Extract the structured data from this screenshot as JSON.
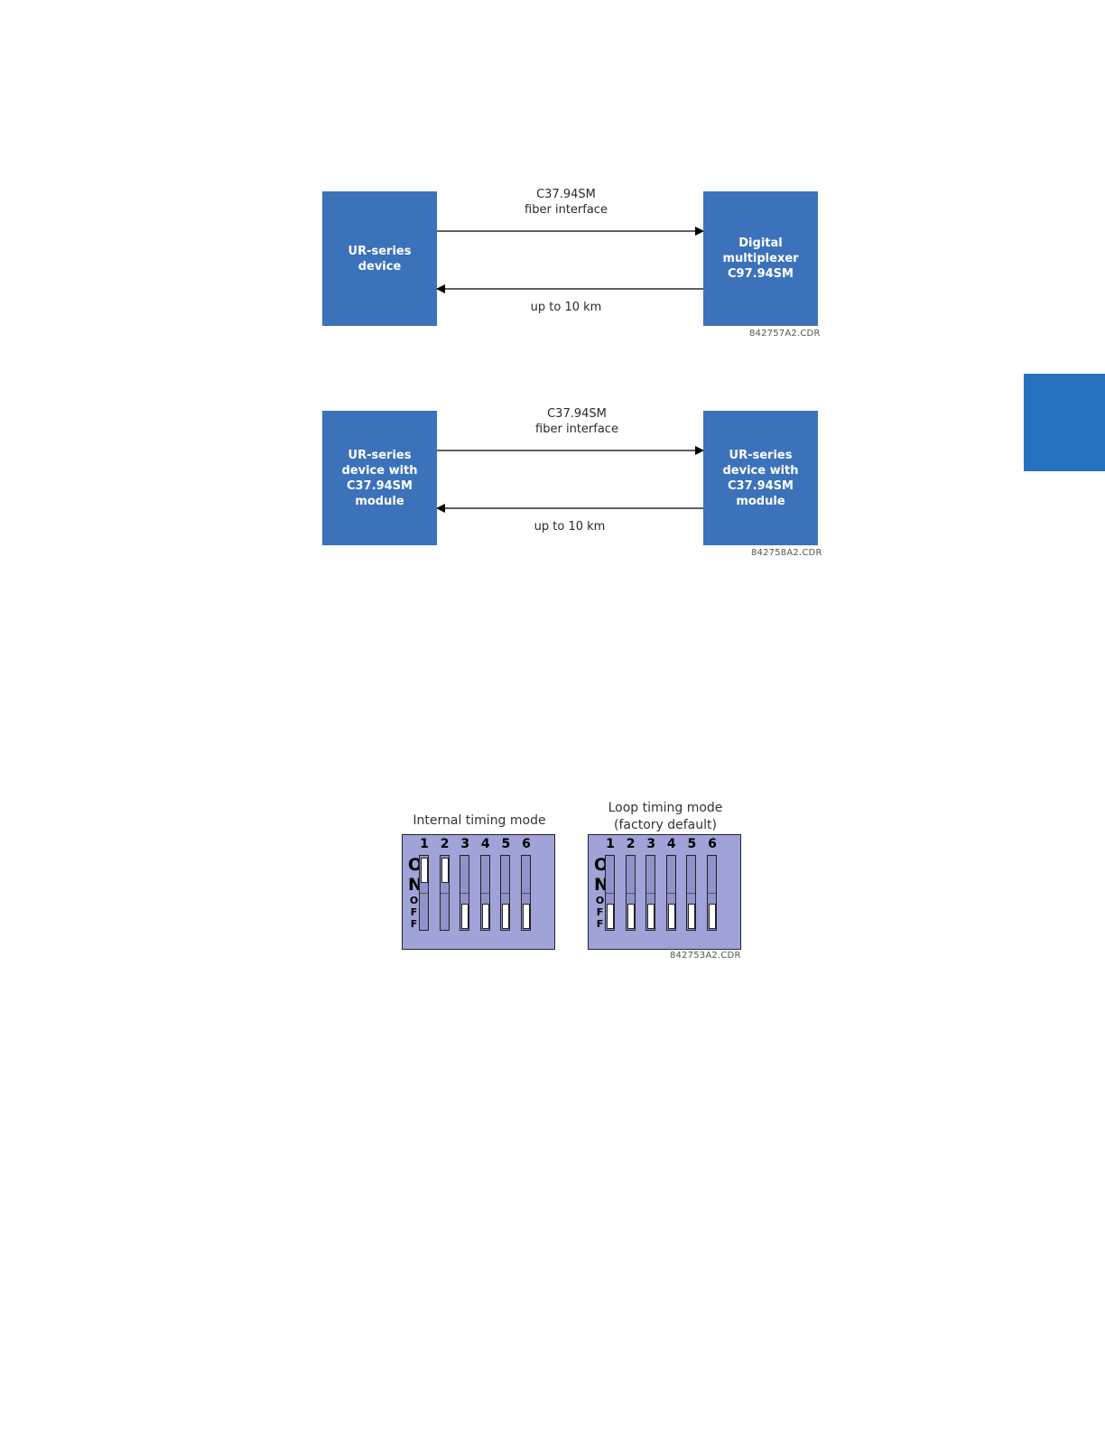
{
  "diagram1": {
    "left_box": "UR-series\ndevice",
    "right_box": "Digital\nmultiplexer\nC97.94SM",
    "top_label": "C37.94SM\nfiber interface",
    "bottom_label": "up to 10 km",
    "code": "842757A2.CDR"
  },
  "diagram2": {
    "left_box": "UR-series\ndevice with\nC37.94SM\nmodule",
    "right_box": "UR-series\ndevice with\nC37.94SM\nmodule",
    "top_label": "C37.94SM\nfiber interface",
    "bottom_label": "up to 10 km",
    "code": "842758A2.CDR"
  },
  "dip_diagram": {
    "code": "842753A2.CDR",
    "on_label": "ON",
    "off_label": "OFF",
    "switch_numbers": [
      "1",
      "2",
      "3",
      "4",
      "5",
      "6"
    ],
    "internal": {
      "title": "Internal timing mode",
      "states": [
        "on",
        "on",
        "off",
        "off",
        "off",
        "off"
      ]
    },
    "loop": {
      "title": "Loop timing mode\n(factory default)",
      "states": [
        "off",
        "off",
        "off",
        "off",
        "off",
        "off"
      ]
    }
  },
  "colors": {
    "box_blue": "#3c72ba",
    "tab_blue": "#2670bd",
    "dip_fill": "#a0a3d8"
  }
}
